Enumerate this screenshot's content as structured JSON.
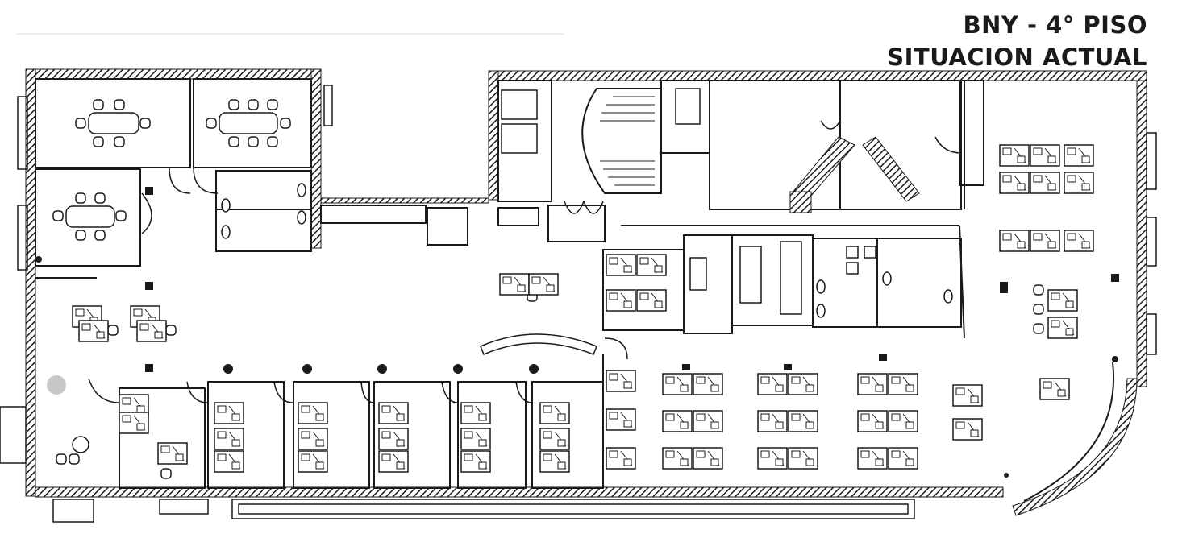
{
  "header": {
    "title_line1": "BNY - 4° PISO",
    "title_line2": "SITUACION ACTUAL"
  },
  "colors": {
    "ink": "#1a1a1a",
    "paper": "#ffffff",
    "wall": "#1a1a1a"
  },
  "plan": {
    "type": "architectural-floor-plan",
    "wall_style": "hatched",
    "icons": [
      "column-icon",
      "chair-icon",
      "desk-icon",
      "table-icon",
      "door-icon",
      "stair-icon",
      "toilet-icon",
      "sink-icon",
      "elevator-icon",
      "plant-icon"
    ]
  }
}
